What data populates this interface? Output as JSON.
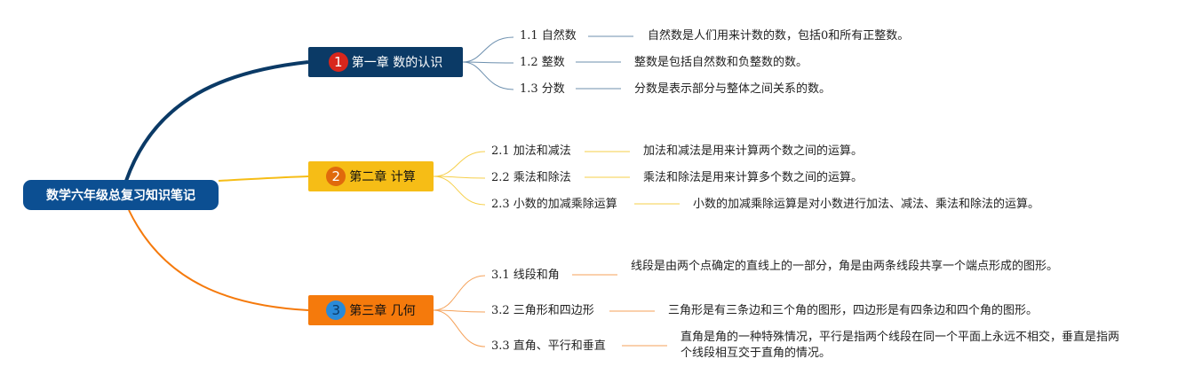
{
  "root": {
    "label": "数学六年级总复习知识笔记"
  },
  "chapters": [
    {
      "number": "1",
      "title": "第一章 数的认识",
      "color": "#0b3a66",
      "items": [
        {
          "label": "1.1 自然数",
          "desc": "自然数是人们用来计数的数，包括0和所有正整数。"
        },
        {
          "label": "1.2 整数",
          "desc": "整数是包括自然数和负整数的数。"
        },
        {
          "label": "1.3 分数",
          "desc": "分数是表示部分与整体之间关系的数。"
        }
      ]
    },
    {
      "number": "2",
      "title": "第二章 计算",
      "color": "#f6bd16",
      "items": [
        {
          "label": "2.1 加法和减法",
          "desc": "加法和减法是用来计算两个数之间的运算。"
        },
        {
          "label": "2.2 乘法和除法",
          "desc": "乘法和除法是用来计算多个数之间的运算。"
        },
        {
          "label": "2.3 小数的加减乘除运算",
          "desc": "小数的加减乘除运算是对小数进行加法、减法、乘法和除法的运算。"
        }
      ]
    },
    {
      "number": "3",
      "title": "第三章 几何",
      "color": "#f57a0c",
      "items": [
        {
          "label": "3.1 线段和角",
          "desc": "线段是由两个点确定的直线上的一部分，角是由两条线段共享一个端点形成的图形。"
        },
        {
          "label": "3.2 三角形和四边形",
          "desc": "三角形是有三条边和三个角的图形，四边形是有四条边和四个角的图形。"
        },
        {
          "label": "3.3 直角、平行和垂直",
          "desc": "直角是角的一种特殊情况，平行是指两个线段在同一个平面上永远不相交，垂直是指两个线段相互交于直角的情况。"
        }
      ]
    }
  ]
}
